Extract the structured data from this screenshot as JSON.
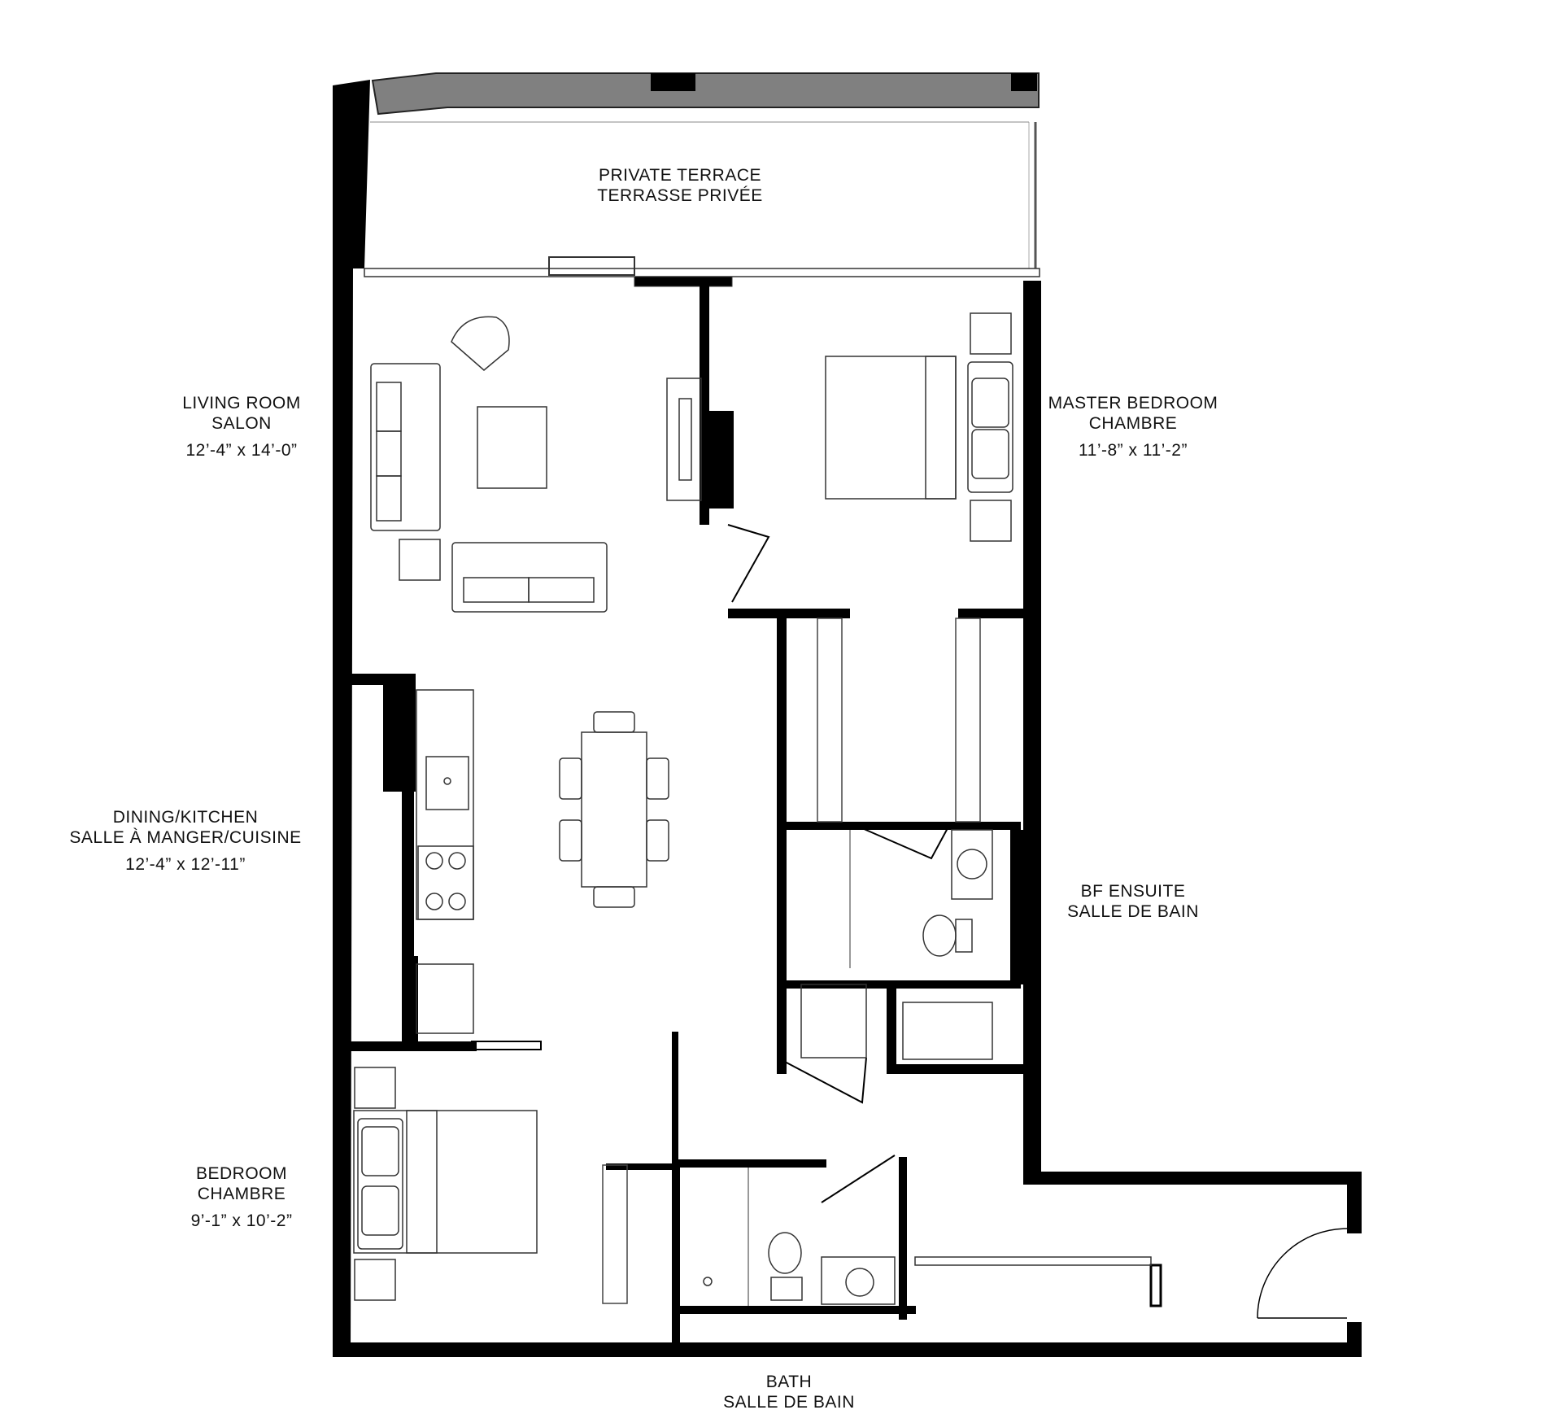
{
  "rooms": {
    "terrace": {
      "name_en": "PRIVATE TERRACE",
      "name_fr": "TERRASSE PRIVÉE"
    },
    "living": {
      "name_en": "LIVING ROOM",
      "name_fr": "SALON",
      "dims": "12’-4” x 14’-0”"
    },
    "master": {
      "name_en": "MASTER BEDROOM",
      "name_fr": "CHAMBRE",
      "dims": "11’-8” x 11’-2”"
    },
    "dining": {
      "name_en": "DINING/KITCHEN",
      "name_fr": "SALLE À MANGER/CUISINE",
      "dims": "12’-4” x 12’-11”"
    },
    "ensuite": {
      "name_en": "BF ENSUITE",
      "name_fr": "SALLE DE BAIN"
    },
    "bedroom": {
      "name_en": "BEDROOM",
      "name_fr": "CHAMBRE",
      "dims": "9’-1” x 10’-2”"
    },
    "bath": {
      "name_en": "BATH",
      "name_fr": "SALLE DE BAIN"
    }
  },
  "colors": {
    "wall": "#000000",
    "terrace_rail": "#808080",
    "line": "#333333"
  }
}
